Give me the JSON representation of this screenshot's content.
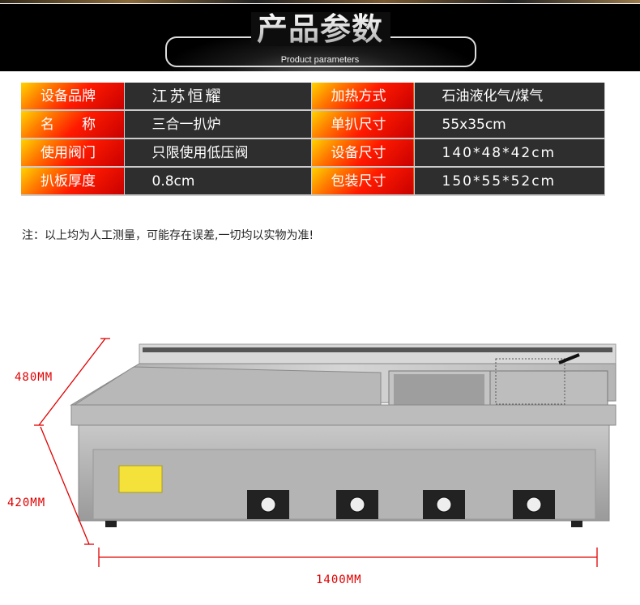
{
  "header": {
    "title": "产品参数",
    "subtitle": "Product parameters"
  },
  "params": [
    {
      "label": "设备品牌",
      "value": "江苏恒耀",
      "label2": "加热方式",
      "value2": "石油液化气/煤气"
    },
    {
      "label": "名　　称",
      "value": "三合一扒炉",
      "label2": "单扒尺寸",
      "value2": "55x35cm"
    },
    {
      "label": "使用阀门",
      "value": "只限使用低压阀",
      "label2": "设备尺寸",
      "value2": "140*48*42cm"
    },
    {
      "label": "扒板厚度",
      "value": "0.8cm",
      "label2": "包装尺寸",
      "value2": "150*55*52cm"
    }
  ],
  "note": "注：以上均为人工测量，可能存在误差,一切均以实物为准!",
  "dimensions": {
    "depth": "480MM",
    "height": "420MM",
    "width": "1400MM"
  },
  "colors": {
    "accent_red": "#e00000",
    "table_value_bg": "#2e2e2e"
  }
}
